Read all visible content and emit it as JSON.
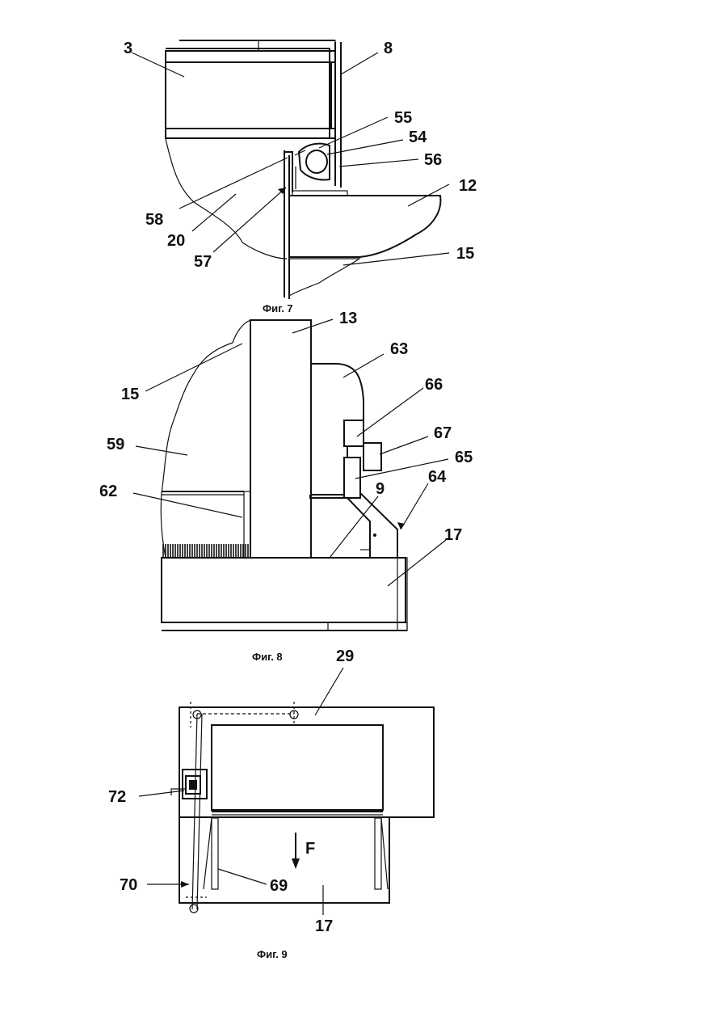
{
  "figures": [
    {
      "id": "fig7",
      "caption": "Фиг. 7",
      "labels": [
        "3",
        "8",
        "55",
        "54",
        "56",
        "58",
        "20",
        "57",
        "12",
        "15"
      ]
    },
    {
      "id": "fig8",
      "caption": "Фиг. 8",
      "labels": [
        "13",
        "63",
        "15",
        "66",
        "59",
        "67",
        "65",
        "62",
        "9",
        "64",
        "17"
      ]
    },
    {
      "id": "fig9",
      "caption": "Фиг. 9",
      "labels": [
        "29",
        "72",
        "F",
        "70",
        "69",
        "17"
      ]
    }
  ]
}
